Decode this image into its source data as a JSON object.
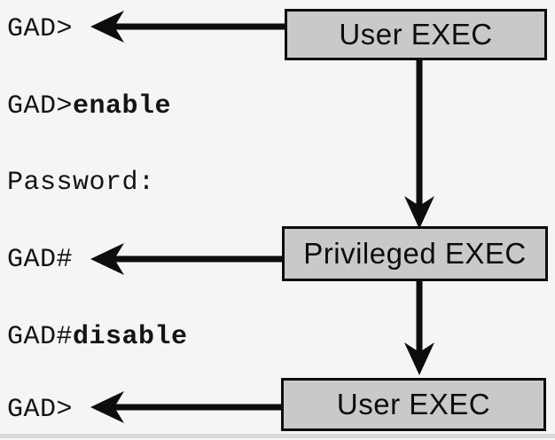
{
  "flow": {
    "boxes": [
      {
        "id": "user-exec-top",
        "label": "User EXEC"
      },
      {
        "id": "privileged-exec",
        "label": "Privileged EXEC"
      },
      {
        "id": "user-exec-bottom",
        "label": "User EXEC"
      }
    ]
  },
  "terminal": {
    "lines": [
      {
        "prompt": "GAD>",
        "command": ""
      },
      {
        "prompt": "GAD>",
        "command": "enable"
      },
      {
        "prompt": "Password:",
        "command": ""
      },
      {
        "prompt": "GAD#",
        "command": ""
      },
      {
        "prompt": "GAD#",
        "command": "disable"
      },
      {
        "prompt": "GAD>",
        "command": ""
      }
    ]
  },
  "icons": [
    {
      "name": "left-arrow",
      "count": 3
    },
    {
      "name": "down-arrow",
      "count": 2
    }
  ],
  "colors": {
    "background": "#f6f5f3",
    "box_fill": "#c9c9c9",
    "box_border": "#0d0d0d",
    "arrow": "#0d0d0d",
    "text": "#141414",
    "bottom_band": "#d8d8d6"
  }
}
